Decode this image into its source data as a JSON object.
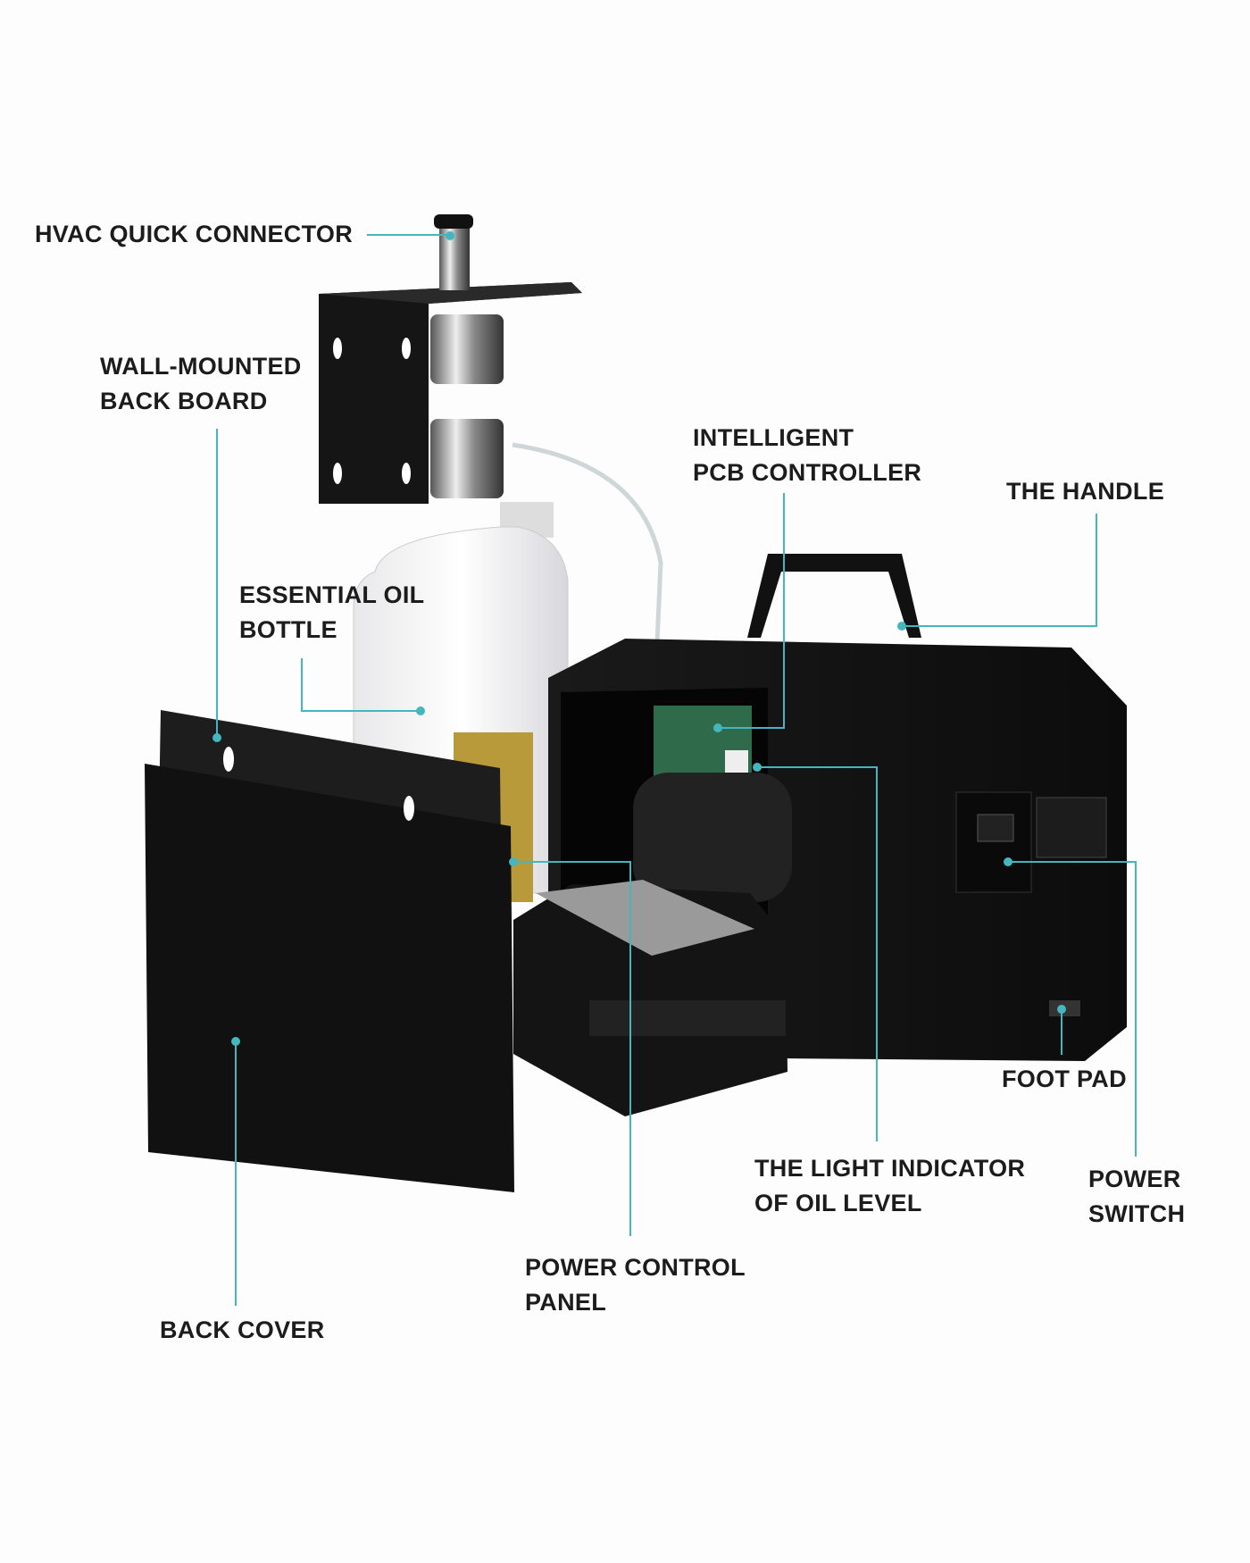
{
  "colors": {
    "leader_line": "#45b6be",
    "device_body": "#111111",
    "text": "#1c1c1c"
  },
  "labels": {
    "hvac": [
      "HVAC QUICK CONNECTOR"
    ],
    "backboard": [
      "WALL-MOUNTED",
      "BACK BOARD"
    ],
    "bottle": [
      "ESSENTIAL OIL",
      "BOTTLE"
    ],
    "pcb": [
      "INTELLIGENT",
      "PCB CONTROLLER"
    ],
    "handle": [
      "THE HANDLE"
    ],
    "footpad": [
      "FOOT PAD"
    ],
    "light": [
      "THE LIGHT INDICATOR",
      "OF OIL LEVEL"
    ],
    "switch": [
      "POWER",
      "SWITCH"
    ],
    "panel": [
      "POWER CONTROL",
      "PANEL"
    ],
    "cover": [
      "BACK COVER"
    ]
  }
}
